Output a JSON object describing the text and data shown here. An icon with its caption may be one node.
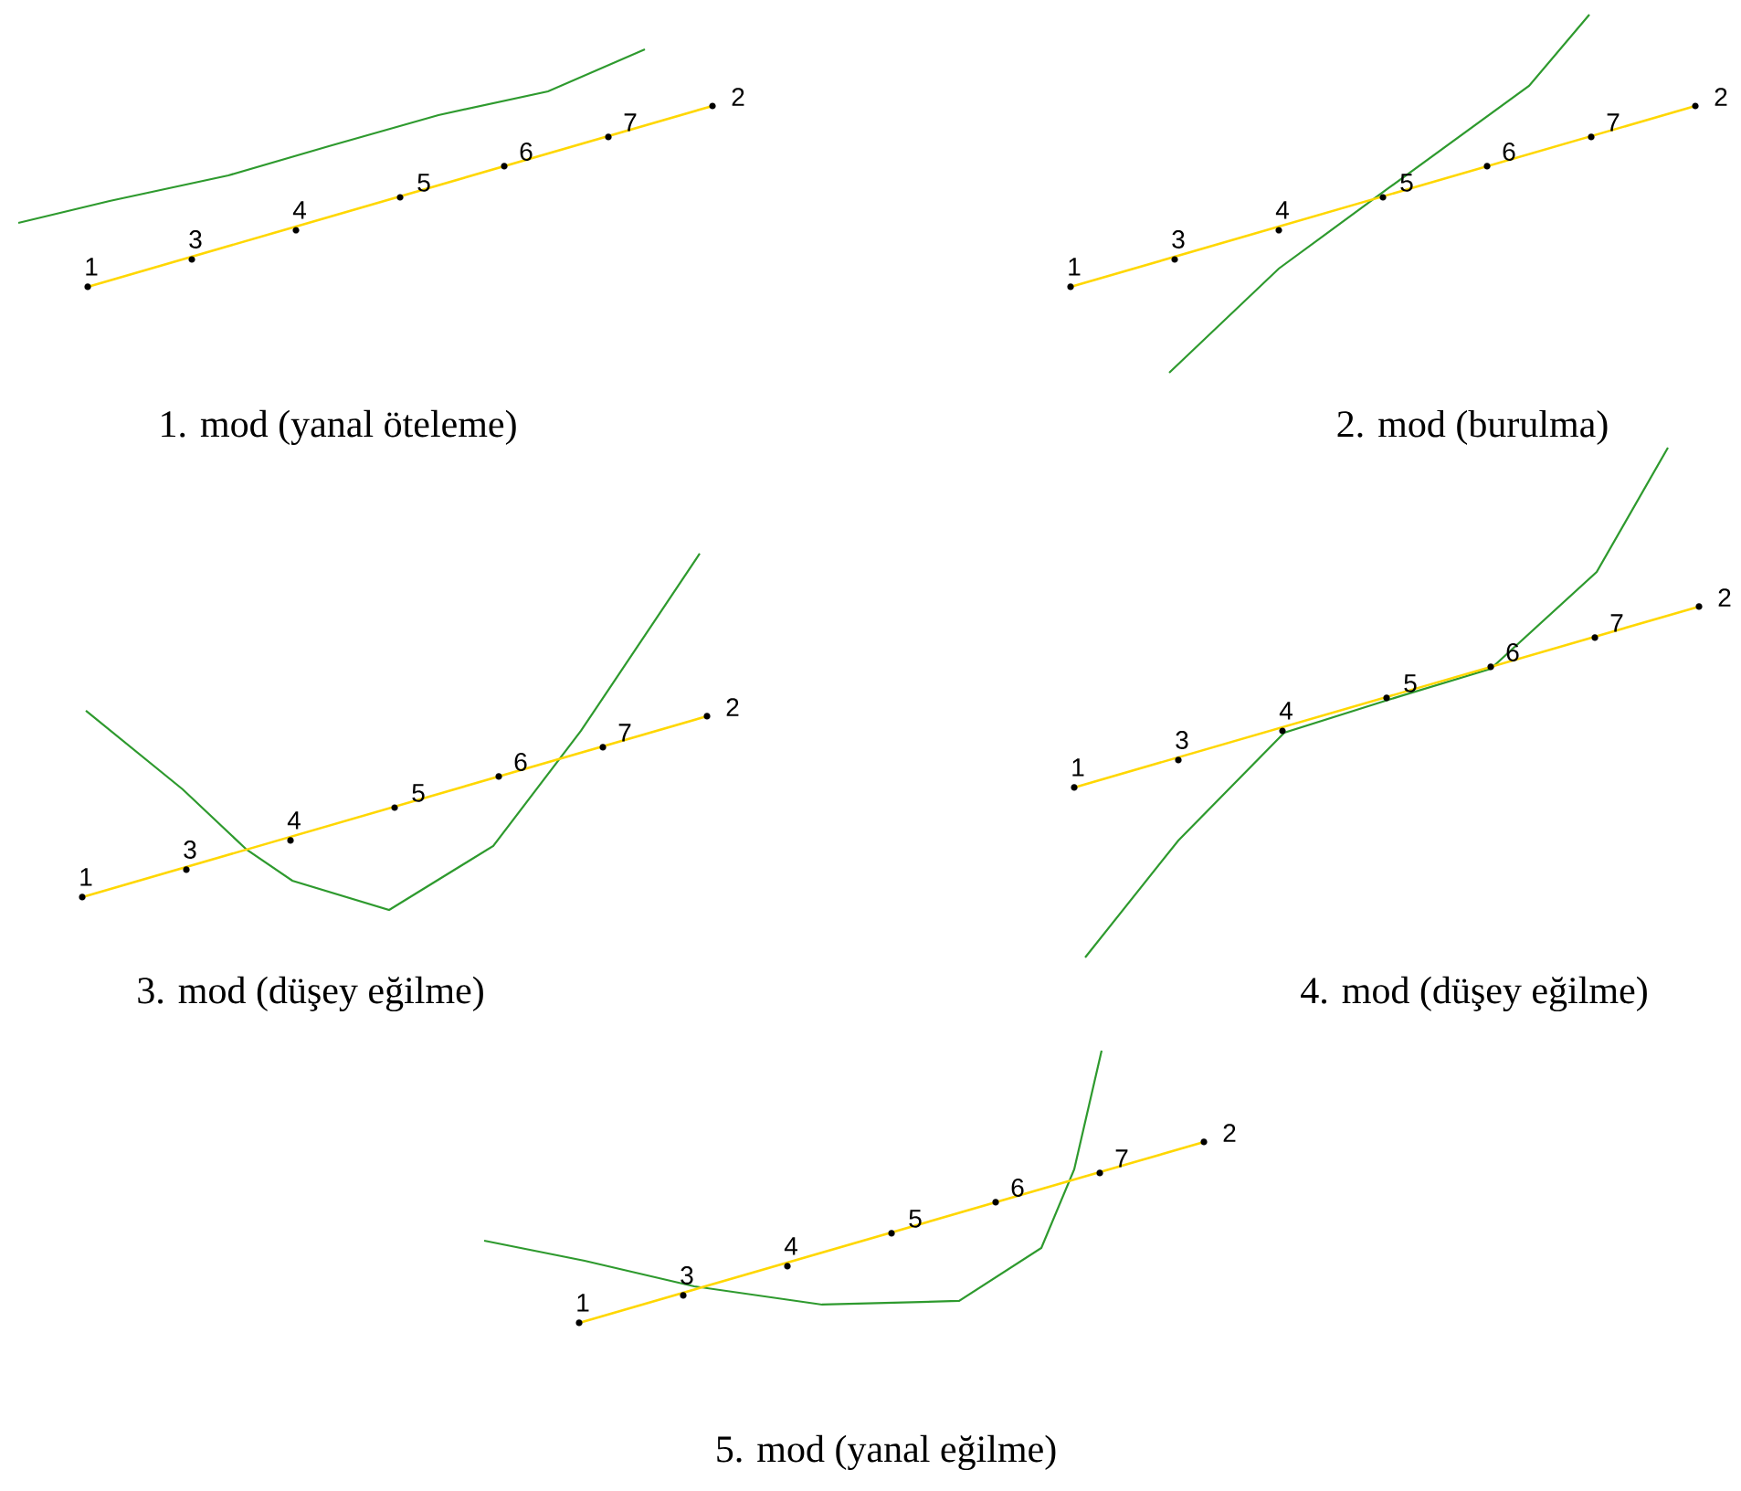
{
  "diagram": {
    "labels": [
      "2",
      "7",
      "6",
      "5",
      "4",
      "3",
      "1",
      "1. mod (yanal öteleme)",
      "2",
      "7",
      "6",
      "5",
      "4",
      "3",
      "1",
      "2. mod (burulma)",
      "2",
      "7",
      "6",
      "5",
      "4",
      "3",
      "1",
      "3. mod (düşey eğilme)",
      "2",
      "7",
      "6",
      "5",
      "4",
      "3",
      "1",
      "4. mod (düşey eğilme)",
      "2",
      "7",
      "6",
      "5",
      "4",
      "3",
      "1",
      "5. mod (yanal eğilme)"
    ]
  }
}
